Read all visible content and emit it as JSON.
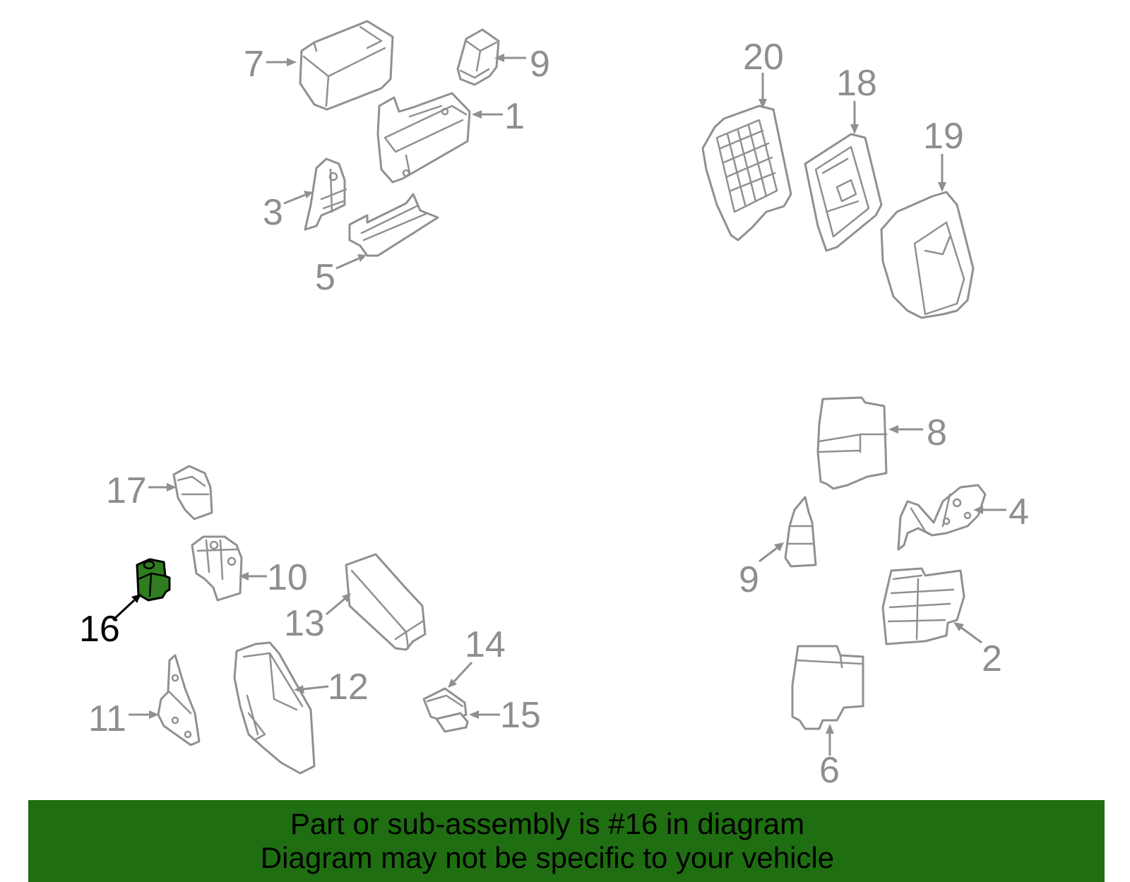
{
  "diagram": {
    "callouts": {
      "c1": "1",
      "c2": "2",
      "c3": "3",
      "c4": "4",
      "c5": "5",
      "c6": "6",
      "c7": "7",
      "c8": "8",
      "c9a": "9",
      "c9b": "9",
      "c10": "10",
      "c11": "11",
      "c12": "12",
      "c13": "13",
      "c14": "14",
      "c15": "15",
      "c16": "16",
      "c17": "17",
      "c18": "18",
      "c19": "19",
      "c20": "20"
    },
    "highlighted_part": "16",
    "colors": {
      "highlight": "#2f7d1f",
      "banner": "#1f6e12",
      "part_outline": "#909090"
    }
  },
  "banner": {
    "line1": "Part or sub-assembly is #16 in diagram",
    "line2": "Diagram may not be specific to your vehicle"
  }
}
